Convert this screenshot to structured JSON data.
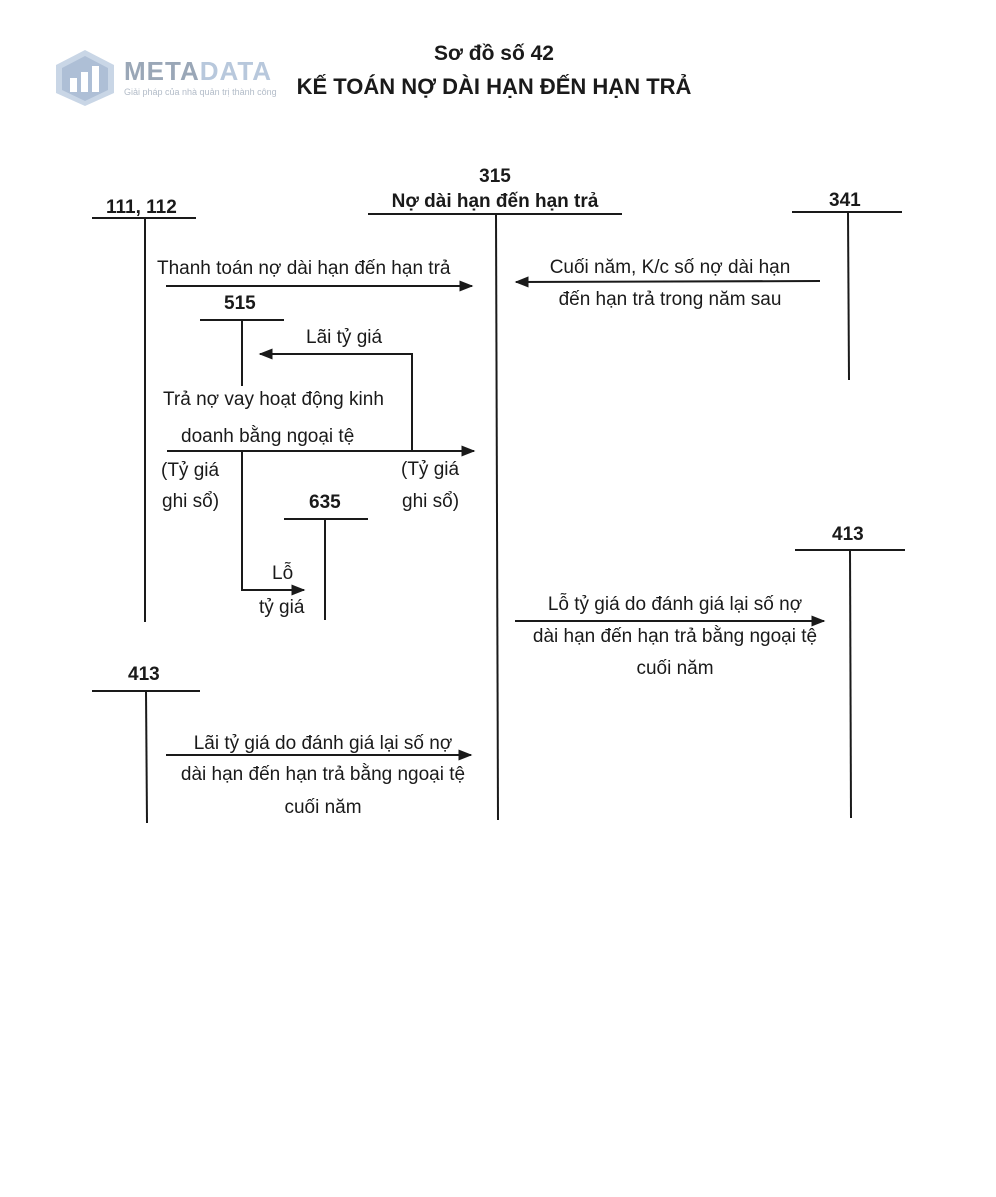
{
  "watermark": {
    "name_part1": "META",
    "name_part2": "DATA",
    "tagline": "Giải pháp của nhà quản trị thành công"
  },
  "header": {
    "subtitle": "Sơ đồ số 42",
    "title": "KẾ TOÁN NỢ DÀI HẠN ĐẾN HẠN TRẢ"
  },
  "accounts": {
    "acc_111_112": "111, 112",
    "acc_315_code": "315",
    "acc_315_name": "Nợ dài hạn đến hạn trả",
    "acc_341": "341",
    "acc_515": "515",
    "acc_635": "635",
    "acc_413_right": "413",
    "acc_413_left": "413"
  },
  "labels": {
    "payment": "Thanh toán nợ dài hạn đến hạn trả",
    "transfer_line1": "Cuối năm, K/c số nợ dài hạn",
    "transfer_line2": "đến hạn trả trong năm sau",
    "fx_gain": "Lãi tỷ giá",
    "foreign_pay_line1": "Trả nợ vay hoạt động kinh",
    "foreign_pay_line2": "doanh bằng ngoại tệ",
    "book_rate_left_1": "(Tỷ giá",
    "book_rate_left_2": "ghi sổ)",
    "book_rate_right_1": "(Tỷ giá",
    "book_rate_right_2": "ghi sổ)",
    "fx_loss_1": "Lỗ",
    "fx_loss_2": "tỷ giá",
    "reval_loss_1": "Lỗ tỷ giá do đánh giá lại số nợ",
    "reval_loss_2": "dài hạn đến hạn trả bằng ngoại tệ",
    "reval_loss_3": "cuối năm",
    "reval_gain_1": "Lãi tỷ giá do đánh giá lại số nợ",
    "reval_gain_2": "dài hạn đến hạn trả bằng ngoại tệ",
    "reval_gain_3": "cuối năm"
  }
}
